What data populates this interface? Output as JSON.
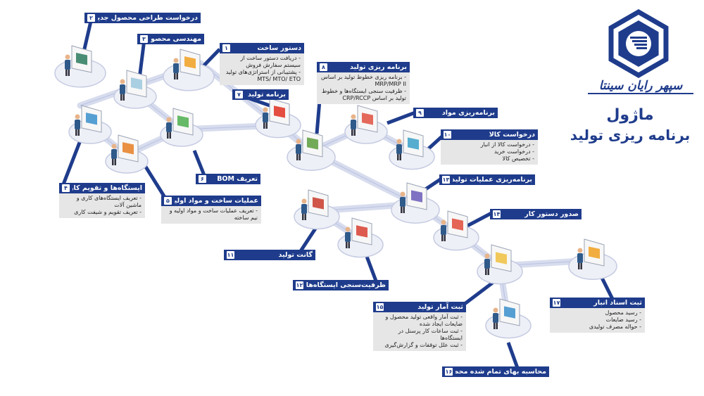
{
  "title": {
    "line1": "ماژول",
    "line2": "برنامه ریزی تولید"
  },
  "brand": {
    "name": "سپهر رایان سینتا"
  },
  "colors": {
    "header": "#1f3c8c",
    "body": "#e6e6e6",
    "connector": "#c9cfe6"
  },
  "modules": [
    {
      "num": "۱",
      "title": "دستور ساخت",
      "items": [
        "- دریافت دستور ساخت از سیستم سفارش فروش",
        "- پشتیبانی از استراتژی‌های تولید MTS/ MTO/ ETO"
      ]
    },
    {
      "num": "۲",
      "title": "درخواست طراحی محصول جدید",
      "items": []
    },
    {
      "num": "۳",
      "title": "مهندسی محصول",
      "items": []
    },
    {
      "num": "۴",
      "title": "ایستگاه‌ها و تقویم کاری",
      "items": [
        "- تعریف ایستگاه‌های کاری و ماشین آلات",
        "- تعریف تقویم و شیفت کاری"
      ]
    },
    {
      "num": "۵",
      "title": "عملیات ساخت و مواد اولیه",
      "items": [
        "- تعریف عملیات ساخت و مواد اولیه و نیم ساخته"
      ]
    },
    {
      "num": "۶",
      "title": "تعریف BOM",
      "items": []
    },
    {
      "num": "۷",
      "title": "برنامه تولید",
      "items": []
    },
    {
      "num": "۸",
      "title": "برنامه ریزی تولید",
      "items": [
        "- برنامه ریزی خطوط تولید بر اساس MRP/MRP II",
        "- ظرفیت سنجی ایستگاه‌ها و خطوط تولید بر اساس CRP/RCCP"
      ]
    },
    {
      "num": "۹",
      "title": "برنامه‌ریزی مواد",
      "items": []
    },
    {
      "num": "۱۰",
      "title": "درخواست کالا",
      "items": [
        "- درخواست کالا از انبار",
        "- درخواست خرید",
        "- تخصیص کالا"
      ]
    },
    {
      "num": "۱۱",
      "title": "گانت تولید",
      "items": []
    },
    {
      "num": "۱۲",
      "title": "ظرفیت‌سنجی ایستگاه‌ها",
      "items": []
    },
    {
      "num": "۱۳",
      "title": "برنامه‌ریزی عملیات تولیدی",
      "items": []
    },
    {
      "num": "۱۴",
      "title": "صدور دستور کار",
      "items": []
    },
    {
      "num": "۱۵",
      "title": "ثبت آمار تولید",
      "items": [
        "- ثبت آمار واقعی تولید محصول و ضایعات ایجاد شده",
        "- ثبت ساعات کار پرسنل در ایستگاه‌ها",
        "- ثبت علل توقفات و گزارش‌گیری"
      ]
    },
    {
      "num": "۱۶",
      "title": "محاسبه بهای تمام شده محصول",
      "items": []
    },
    {
      "num": "۱۷",
      "title": "ثبت اسناد انبار",
      "items": [
        "- رسید محصول",
        "- رسید ضایعات",
        "- حواله مصرف تولیدی"
      ]
    }
  ]
}
